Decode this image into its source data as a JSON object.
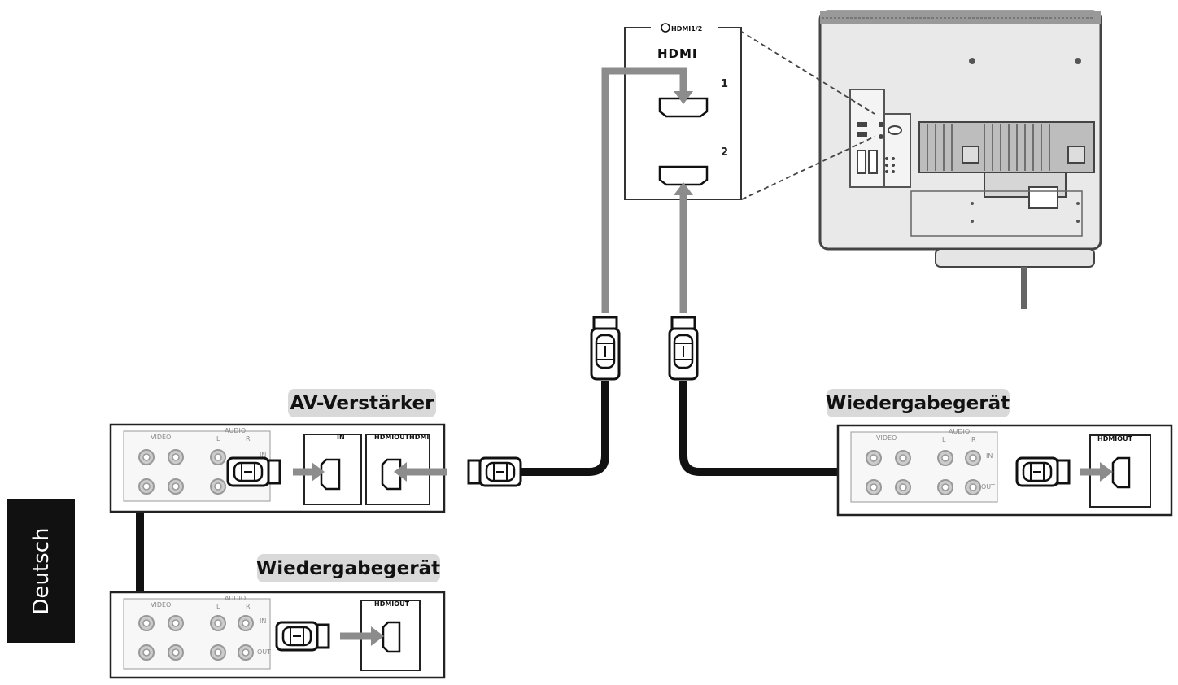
{
  "labels": {
    "av_receiver": "AV-Verstärker",
    "player_right": "Wiedergabegerät",
    "player_bottom": "Wiedergabegerät"
  },
  "tv_panel": {
    "port_title": "HDMI1/2",
    "hdmi_logo": "HDMI",
    "port_1": "1",
    "port_2": "2"
  },
  "device_text": {
    "video": "VIDEO",
    "audio": "AUDIO",
    "l": "L",
    "r": "R",
    "in": "IN",
    "out": "OUT",
    "hdmi_in": "IN",
    "hdmi_out": "HDMIOUT",
    "hdmi_out_thru": "HDMIOUTHDMI"
  },
  "side_tab": "Deutsch",
  "colors": {
    "cable": "#111111",
    "arrow": "#8c8c8c",
    "label_bg": "#d9d9d9"
  }
}
